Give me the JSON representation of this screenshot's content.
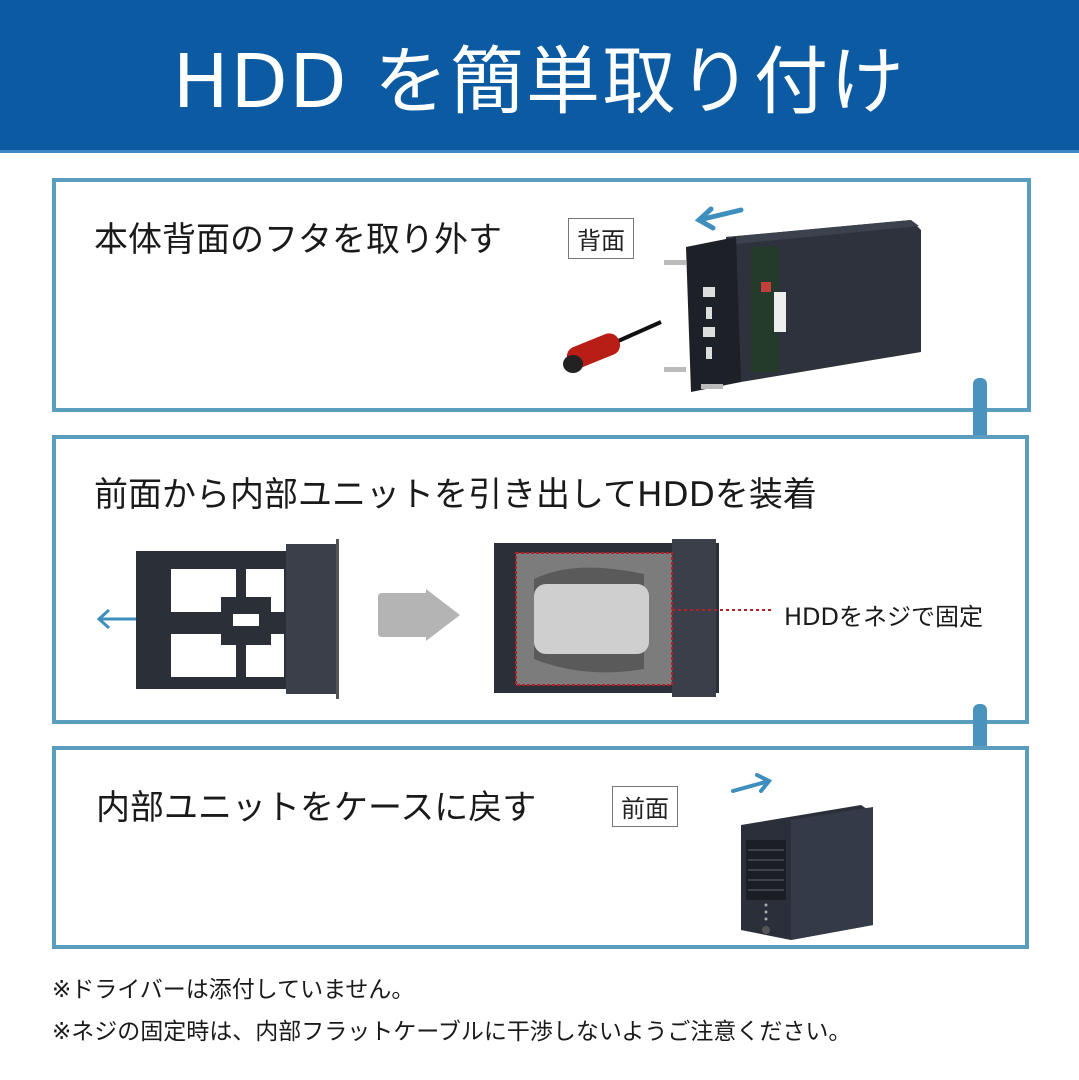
{
  "header": {
    "title": "HDD を簡単取り付け",
    "bg_color": "#0b5aa2"
  },
  "steps": [
    {
      "title": "本体背面のフタを取り外す",
      "tag": "背面"
    },
    {
      "title": "前面から内部ユニットを引き出してHDDを装着",
      "callout": "HDDをネジで固定"
    },
    {
      "title": "内部ユニットをケースに戻す",
      "tag": "前面"
    }
  ],
  "notes": [
    "※ドライバーは添付していません。",
    "※ネジの固定時は、内部フラットケーブルに干渉しないようご注意ください。"
  ],
  "colors": {
    "border": "#5a9dbf",
    "flow_arrow": "#4a93bf",
    "accent_red": "#b3202a",
    "device": "#2b2f38"
  }
}
